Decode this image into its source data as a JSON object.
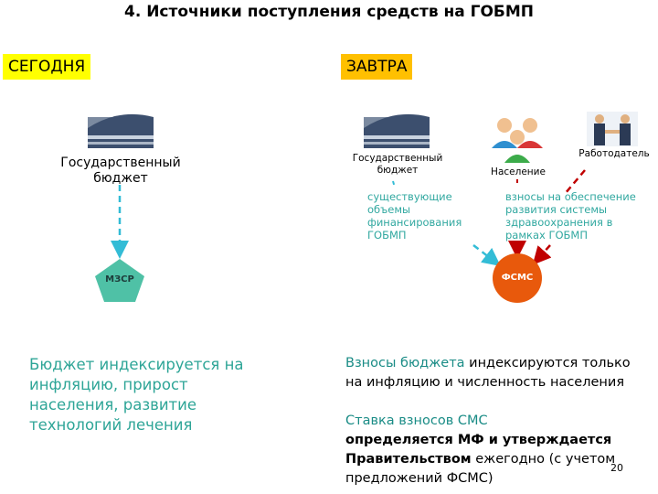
{
  "title": "4. Источники поступления средств на ГОБМП",
  "today": {
    "tag": "СЕГОДНЯ",
    "budget_label_line1": "Государственный",
    "budget_label_line2": "бюджет",
    "node": "МЗСР",
    "caption_lines": [
      "Бюджет индексируется на",
      "инфляцию, прирост",
      "населения, развитие",
      "технологий лечения"
    ]
  },
  "tomorrow": {
    "tag": "ЗАВТРА",
    "budget_label_line1": "Государственный",
    "budget_label_line2": "бюджет",
    "population_label": "Население",
    "employer_label": "Работодатель",
    "note_left_lines": [
      "существующие",
      "объемы",
      "финансирования",
      "ГОБМП"
    ],
    "note_right_lines": [
      "взносы на обеспечение",
      "развития системы",
      "здравоохранения в",
      "рамках ГОБМП"
    ],
    "node": "ФСМС",
    "caption": {
      "line1_a": "Взносы бюджета",
      "line1_b": " индексируются только",
      "line2": "на инфляцию и численность населения",
      "line3": "Ставка взносов СМС",
      "line4_bold": "определяется МФ и утверждается",
      "line5_bold": "Правительством",
      "line5_rest": " ежегодно (с учетом",
      "line6": "предложений ФСМС)"
    }
  },
  "page_number": "20",
  "colors": {
    "today_tag": "#ffff00",
    "tomorrow_tag": "#ffc000",
    "teal_node": "#4fc1a6",
    "orange_node": "#e8590c",
    "teal_arrow": "#33bcd6",
    "red_arrow": "#c00000"
  }
}
